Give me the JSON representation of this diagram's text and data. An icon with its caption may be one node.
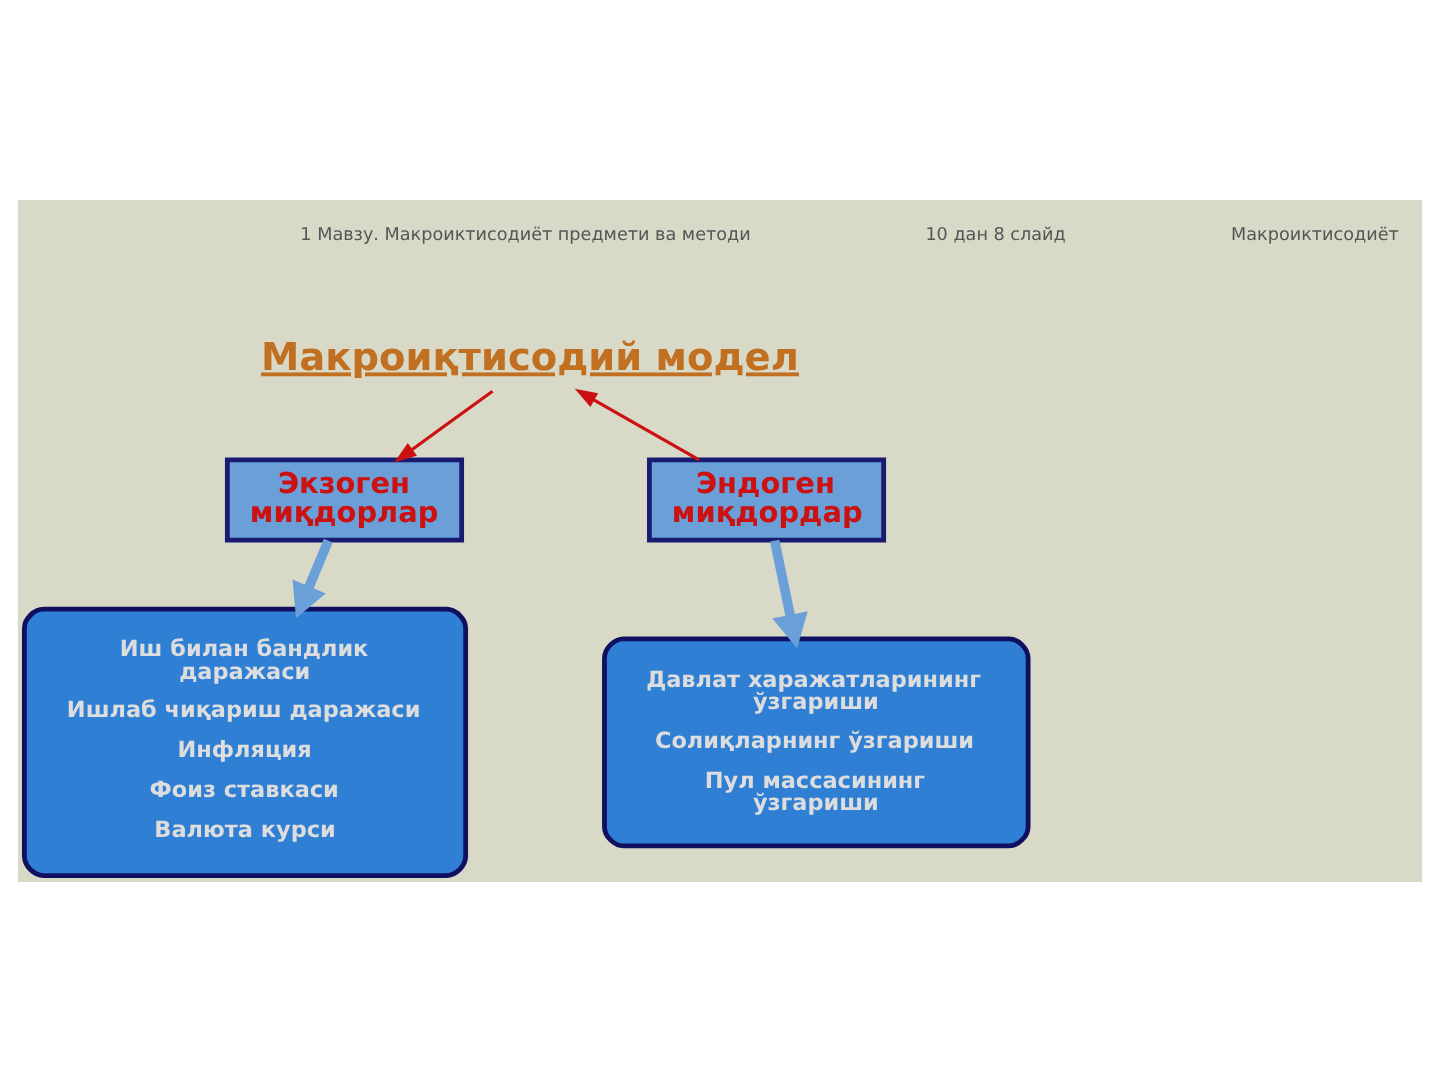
{
  "diagram": {
    "nodes": [
      {
        "text": [
          "Макроиқтисодий модел"
        ]
      },
      {
        "text": [
          "Эндоген миқдордар"
        ]
      },
      {
        "text": [
          "Экзоген миқдорлар"
        ]
      },
      {
        "text": [
          "Давлат харажатларининг ўзгариши",
          "Солиқларнинг ўзгариши",
          "Пул массасининг ўзгариши"
        ]
      },
      {
        "text": [
          "Иш билан бандлик даражаси",
          "Ишлаб чиқариш даражаси",
          "Инфляция",
          "Фоиз ставкаси",
          "Валюта курси"
        ]
      }
    ],
    "edges": [
      {
        "from": 1,
        "to": 0,
        "arrow": "to",
        "color": "#cc1111"
      },
      {
        "from": 0,
        "to": 2,
        "arrow": "to",
        "color": "#cc1111"
      },
      {
        "from": 1,
        "to": 3,
        "arrow": "to",
        "style": "thick",
        "color": "#6a9fd8"
      },
      {
        "from": 2,
        "to": 4,
        "arrow": "to",
        "style": "thick",
        "color": "#6a9fd8"
      }
    ],
    "labels": [
      "1 Мавзу. Макроиктисодиёт предмети ва методи",
      "10 дан 8 слайд",
      "Макроиктисодиёт"
    ]
  }
}
